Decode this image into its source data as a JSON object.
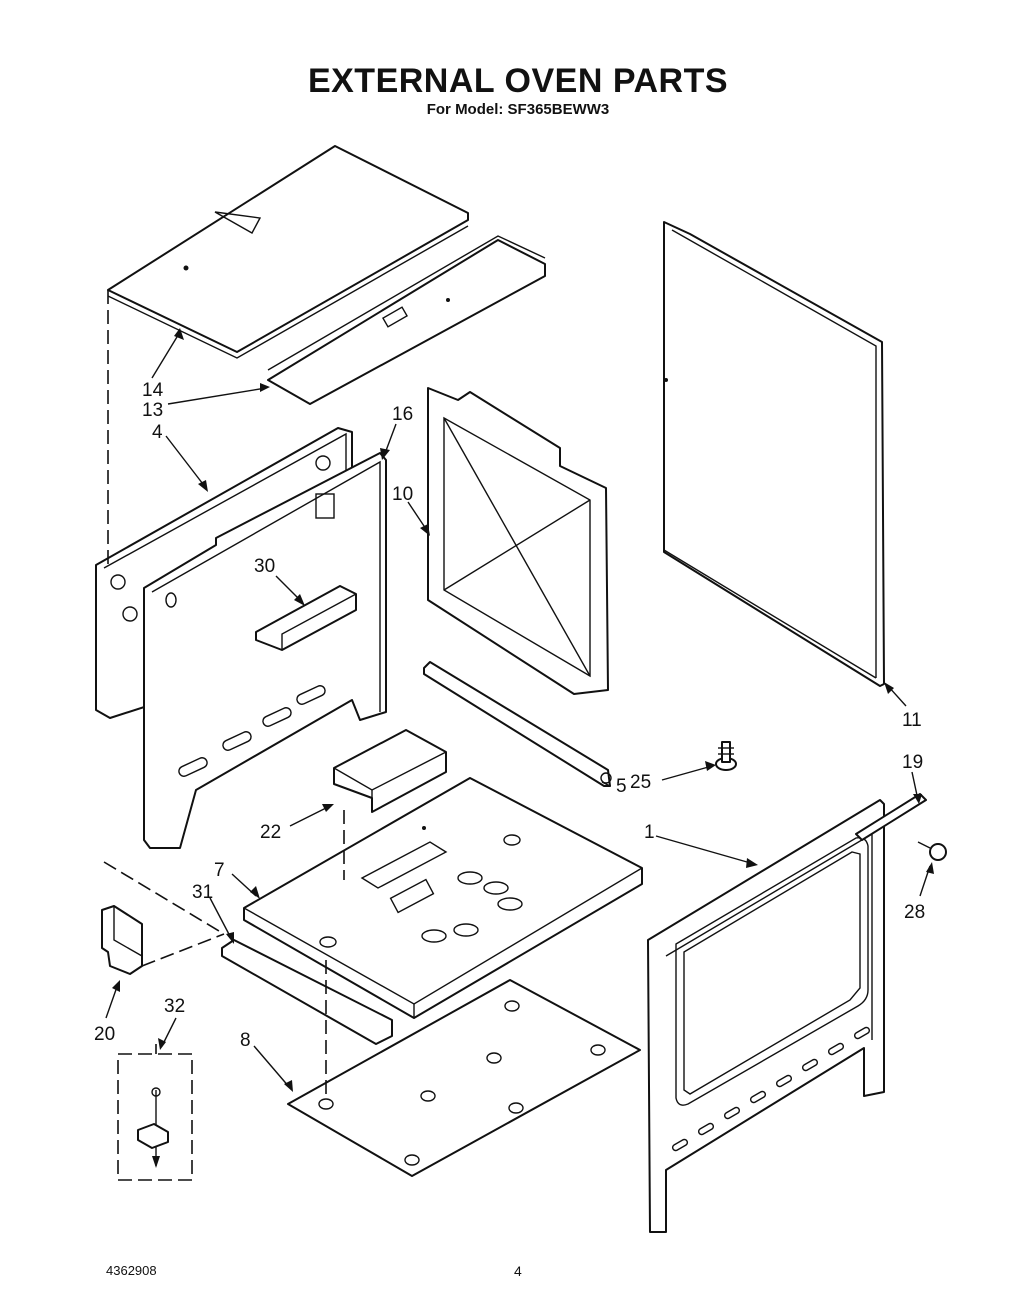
{
  "header": {
    "title": "EXTERNAL OVEN PARTS",
    "subtitle": "For Model: SF365BEWW3"
  },
  "callouts": {
    "c1": "1",
    "c4": "4",
    "c5": "5",
    "c7": "7",
    "c8": "8",
    "c10": "10",
    "c11": "11",
    "c13": "13",
    "c14": "14",
    "c16": "16",
    "c19": "19",
    "c20": "20",
    "c22": "22",
    "c25": "25",
    "c28": "28",
    "c30": "30",
    "c31": "31",
    "c32": "32"
  },
  "footer": {
    "doc_number": "4362908",
    "page_number": "4"
  }
}
